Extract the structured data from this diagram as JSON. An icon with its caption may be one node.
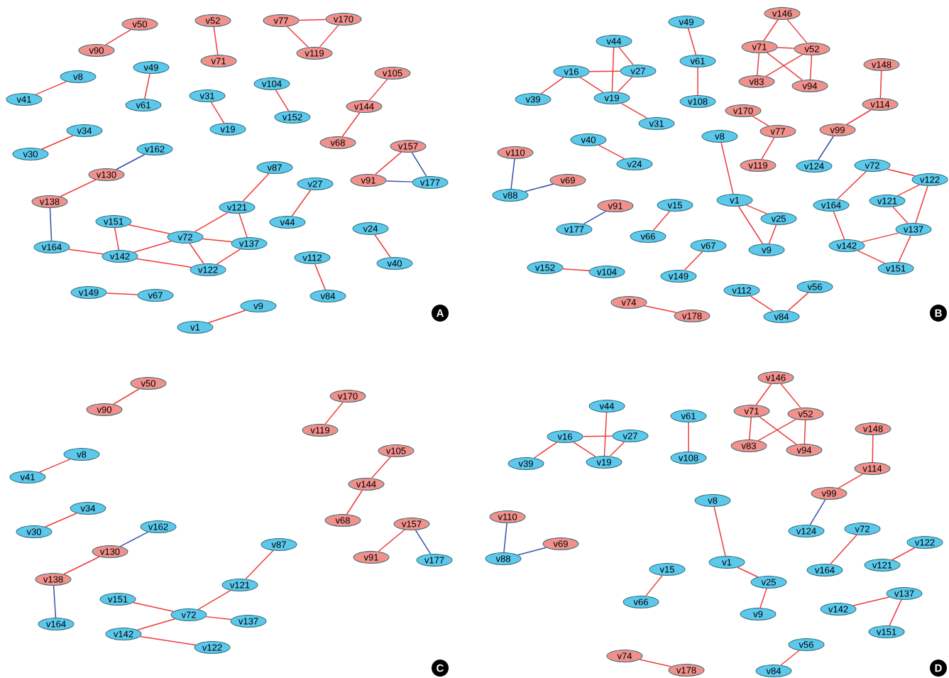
{
  "diagram": {
    "nodes": [
      {
        "text": [
          "v50"
        ]
      },
      {
        "text": [
          "v90"
        ]
      },
      {
        "text": [
          "v52"
        ]
      },
      {
        "text": [
          "v71"
        ]
      },
      {
        "text": [
          "v77"
        ]
      },
      {
        "text": [
          "v170"
        ]
      },
      {
        "text": [
          "v119"
        ]
      },
      {
        "text": [
          "v8"
        ]
      },
      {
        "text": [
          "v41"
        ]
      },
      {
        "text": [
          "v49"
        ]
      },
      {
        "text": [
          "v61"
        ]
      },
      {
        "text": [
          "v31"
        ]
      },
      {
        "text": [
          "v19"
        ]
      },
      {
        "text": [
          "v104"
        ]
      },
      {
        "text": [
          "v152"
        ]
      },
      {
        "text": [
          "v105"
        ]
      },
      {
        "text": [
          "v144"
        ]
      },
      {
        "text": [
          "v68"
        ]
      },
      {
        "text": [
          "v34"
        ]
      },
      {
        "text": [
          "v30"
        ]
      },
      {
        "text": [
          "v162"
        ]
      },
      {
        "text": [
          "v130"
        ]
      },
      {
        "text": [
          "v157"
        ]
      },
      {
        "text": [
          "v91"
        ]
      },
      {
        "text": [
          "v177"
        ]
      },
      {
        "text": [
          "v87"
        ]
      },
      {
        "text": [
          "v27"
        ]
      },
      {
        "text": [
          "v138"
        ]
      },
      {
        "text": [
          "v121"
        ]
      },
      {
        "text": [
          "v151"
        ]
      },
      {
        "text": [
          "v44"
        ]
      },
      {
        "text": [
          "v24"
        ]
      },
      {
        "text": [
          "v72"
        ]
      },
      {
        "text": [
          "v164"
        ]
      },
      {
        "text": [
          "v137"
        ]
      },
      {
        "text": [
          "v142"
        ]
      },
      {
        "text": [
          "v112"
        ]
      },
      {
        "text": [
          "v122"
        ]
      },
      {
        "text": [
          "v40"
        ]
      },
      {
        "text": [
          "v149"
        ]
      },
      {
        "text": [
          "v67"
        ]
      },
      {
        "text": [
          "v84"
        ]
      },
      {
        "text": [
          "v9"
        ]
      },
      {
        "text": [
          "v1"
        ]
      },
      {
        "text": [
          "v146"
        ]
      },
      {
        "text": [
          "v49"
        ]
      },
      {
        "text": [
          "v44"
        ]
      },
      {
        "text": [
          "v71"
        ]
      },
      {
        "text": [
          "v52"
        ]
      },
      {
        "text": [
          "v61"
        ]
      },
      {
        "text": [
          "v148"
        ]
      },
      {
        "text": [
          "v16"
        ]
      },
      {
        "text": [
          "v27"
        ]
      },
      {
        "text": [
          "v83"
        ]
      },
      {
        "text": [
          "v94"
        ]
      },
      {
        "text": [
          "v39"
        ]
      },
      {
        "text": [
          "v19"
        ]
      },
      {
        "text": [
          "v108"
        ]
      },
      {
        "text": [
          "v114"
        ]
      },
      {
        "text": [
          "v170"
        ]
      },
      {
        "text": [
          "v31"
        ]
      },
      {
        "text": [
          "v99"
        ]
      },
      {
        "text": [
          "v77"
        ]
      },
      {
        "text": [
          "v8"
        ]
      },
      {
        "text": [
          "v40"
        ]
      },
      {
        "text": [
          "v110"
        ]
      },
      {
        "text": [
          "v24"
        ]
      },
      {
        "text": [
          "v119"
        ]
      },
      {
        "text": [
          "v124"
        ]
      },
      {
        "text": [
          "v72"
        ]
      },
      {
        "text": [
          "v122"
        ]
      },
      {
        "text": [
          "v69"
        ]
      },
      {
        "text": [
          "v88"
        ]
      },
      {
        "text": [
          "v1"
        ]
      },
      {
        "text": [
          "v121"
        ]
      },
      {
        "text": [
          "v91"
        ]
      },
      {
        "text": [
          "v15"
        ]
      },
      {
        "text": [
          "v164"
        ]
      },
      {
        "text": [
          "v25"
        ]
      },
      {
        "text": [
          "v177"
        ]
      },
      {
        "text": [
          "v137"
        ]
      },
      {
        "text": [
          "v66"
        ]
      },
      {
        "text": [
          "v67"
        ]
      },
      {
        "text": [
          "v142"
        ]
      },
      {
        "text": [
          "v9"
        ]
      },
      {
        "text": [
          "v152"
        ]
      },
      {
        "text": [
          "v151"
        ]
      },
      {
        "text": [
          "v104"
        ]
      },
      {
        "text": [
          "v149"
        ]
      },
      {
        "text": [
          "v56"
        ]
      },
      {
        "text": [
          "v112"
        ]
      },
      {
        "text": [
          "v74"
        ]
      },
      {
        "text": [
          "v178"
        ]
      },
      {
        "text": [
          "v84"
        ]
      },
      {
        "text": [
          "v50"
        ]
      },
      {
        "text": [
          "v170"
        ]
      },
      {
        "text": [
          "v90"
        ]
      },
      {
        "text": [
          "v119"
        ]
      },
      {
        "text": [
          "v105"
        ]
      },
      {
        "text": [
          "v8"
        ]
      },
      {
        "text": [
          "v41"
        ]
      },
      {
        "text": [
          "v144"
        ]
      },
      {
        "text": [
          "v34"
        ]
      },
      {
        "text": [
          "v68"
        ]
      },
      {
        "text": [
          "v157"
        ]
      },
      {
        "text": [
          "v162"
        ]
      },
      {
        "text": [
          "v30"
        ]
      },
      {
        "text": [
          "v87"
        ]
      },
      {
        "text": [
          "v130"
        ]
      },
      {
        "text": [
          "v91"
        ]
      },
      {
        "text": [
          "v177"
        ]
      },
      {
        "text": [
          "v138"
        ]
      },
      {
        "text": [
          "v121"
        ]
      },
      {
        "text": [
          "v151"
        ]
      },
      {
        "text": [
          "v72"
        ]
      },
      {
        "text": [
          "v137"
        ]
      },
      {
        "text": [
          "v164"
        ]
      },
      {
        "text": [
          "v142"
        ]
      },
      {
        "text": [
          "v122"
        ]
      },
      {
        "text": [
          "v146"
        ]
      },
      {
        "text": [
          "v44"
        ]
      },
      {
        "text": [
          "v71"
        ]
      },
      {
        "text": [
          "v52"
        ]
      },
      {
        "text": [
          "v61"
        ]
      },
      {
        "text": [
          "v148"
        ]
      },
      {
        "text": [
          "v16"
        ]
      },
      {
        "text": [
          "v27"
        ]
      },
      {
        "text": [
          "v83"
        ]
      },
      {
        "text": [
          "v94"
        ]
      },
      {
        "text": [
          "v39"
        ]
      },
      {
        "text": [
          "v19"
        ]
      },
      {
        "text": [
          "v108"
        ]
      },
      {
        "text": [
          "v114"
        ]
      },
      {
        "text": [
          "v99"
        ]
      },
      {
        "text": [
          "v8"
        ]
      },
      {
        "text": [
          "v110"
        ]
      },
      {
        "text": [
          "v72"
        ]
      },
      {
        "text": [
          "v124"
        ]
      },
      {
        "text": [
          "v122"
        ]
      },
      {
        "text": [
          "v69"
        ]
      },
      {
        "text": [
          "v88"
        ]
      },
      {
        "text": [
          "v1"
        ]
      },
      {
        "text": [
          "v121"
        ]
      },
      {
        "text": [
          "v15"
        ]
      },
      {
        "text": [
          "v164"
        ]
      },
      {
        "text": [
          "v25"
        ]
      },
      {
        "text": [
          "v137"
        ]
      },
      {
        "text": [
          "v66"
        ]
      },
      {
        "text": [
          "v142"
        ]
      },
      {
        "text": [
          "v9"
        ]
      },
      {
        "text": [
          "v151"
        ]
      },
      {
        "text": [
          "v56"
        ]
      },
      {
        "text": [
          "v74"
        ]
      },
      {
        "text": [
          "v178"
        ]
      },
      {
        "text": [
          "v84"
        ]
      }
    ],
    "edges": [
      {
        "from": 0,
        "to": 1,
        "arrow": "none"
      },
      {
        "from": 2,
        "to": 3,
        "arrow": "none"
      },
      {
        "from": 4,
        "to": 5,
        "arrow": "none"
      },
      {
        "from": 4,
        "to": 6,
        "arrow": "none"
      },
      {
        "from": 5,
        "to": 6,
        "arrow": "none"
      },
      {
        "from": 7,
        "to": 8,
        "arrow": "none"
      },
      {
        "from": 9,
        "to": 10,
        "arrow": "none"
      },
      {
        "from": 11,
        "to": 12,
        "arrow": "none"
      },
      {
        "from": 13,
        "to": 14,
        "arrow": "none"
      },
      {
        "from": 15,
        "to": 16,
        "arrow": "none"
      },
      {
        "from": 16,
        "to": 17,
        "arrow": "none"
      },
      {
        "from": 18,
        "to": 19,
        "arrow": "none"
      },
      {
        "from": 20,
        "to": 21,
        "arrow": "none",
        "color": "#3450a8"
      },
      {
        "from": 21,
        "to": 27,
        "arrow": "none"
      },
      {
        "from": 22,
        "to": 23,
        "arrow": "none"
      },
      {
        "from": 22,
        "to": 24,
        "arrow": "none",
        "color": "#3450a8"
      },
      {
        "from": 23,
        "to": 24,
        "arrow": "none",
        "color": "#3450a8"
      },
      {
        "from": 25,
        "to": 28,
        "arrow": "none"
      },
      {
        "from": 26,
        "to": 30,
        "arrow": "none"
      },
      {
        "from": 27,
        "to": 33,
        "arrow": "none",
        "color": "#3450a8"
      },
      {
        "from": 28,
        "to": 32,
        "arrow": "none"
      },
      {
        "from": 28,
        "to": 34,
        "arrow": "none"
      },
      {
        "from": 29,
        "to": 32,
        "arrow": "none"
      },
      {
        "from": 29,
        "to": 35,
        "arrow": "none"
      },
      {
        "from": 32,
        "to": 35,
        "arrow": "none"
      },
      {
        "from": 32,
        "to": 34,
        "arrow": "none"
      },
      {
        "from": 32,
        "to": 37,
        "arrow": "none"
      },
      {
        "from": 33,
        "to": 35,
        "arrow": "none"
      },
      {
        "from": 35,
        "to": 37,
        "arrow": "none"
      },
      {
        "from": 34,
        "to": 37,
        "arrow": "none"
      },
      {
        "from": 31,
        "to": 38,
        "arrow": "none"
      },
      {
        "from": 36,
        "to": 41,
        "arrow": "none"
      },
      {
        "from": 39,
        "to": 40,
        "arrow": "none"
      },
      {
        "from": 42,
        "to": 43,
        "arrow": "none"
      },
      {
        "from": 44,
        "to": 47,
        "arrow": "none"
      },
      {
        "from": 44,
        "to": 48,
        "arrow": "none"
      },
      {
        "from": 47,
        "to": 48,
        "arrow": "none"
      },
      {
        "from": 47,
        "to": 53,
        "arrow": "none"
      },
      {
        "from": 47,
        "to": 54,
        "arrow": "none"
      },
      {
        "from": 48,
        "to": 53,
        "arrow": "none"
      },
      {
        "from": 48,
        "to": 54,
        "arrow": "none"
      },
      {
        "from": 46,
        "to": 52,
        "arrow": "none"
      },
      {
        "from": 46,
        "to": 56,
        "arrow": "none"
      },
      {
        "from": 51,
        "to": 52,
        "arrow": "none"
      },
      {
        "from": 51,
        "to": 56,
        "arrow": "none"
      },
      {
        "from": 51,
        "to": 55,
        "arrow": "none"
      },
      {
        "from": 52,
        "to": 56,
        "arrow": "none"
      },
      {
        "from": 56,
        "to": 60,
        "arrow": "none"
      },
      {
        "from": 45,
        "to": 49,
        "arrow": "none"
      },
      {
        "from": 49,
        "to": 57,
        "arrow": "none"
      },
      {
        "from": 50,
        "to": 58,
        "arrow": "none"
      },
      {
        "from": 58,
        "to": 61,
        "arrow": "none"
      },
      {
        "from": 61,
        "to": 68,
        "arrow": "none",
        "color": "#3450a8"
      },
      {
        "from": 59,
        "to": 62,
        "arrow": "none"
      },
      {
        "from": 62,
        "to": 67,
        "arrow": "none"
      },
      {
        "from": 64,
        "to": 66,
        "arrow": "none"
      },
      {
        "from": 65,
        "to": 72,
        "arrow": "none",
        "color": "#3450a8"
      },
      {
        "from": 72,
        "to": 71,
        "arrow": "none",
        "color": "#3450a8"
      },
      {
        "from": 75,
        "to": 79,
        "arrow": "none",
        "color": "#3450a8"
      },
      {
        "from": 76,
        "to": 81,
        "arrow": "none"
      },
      {
        "from": 63,
        "to": 73,
        "arrow": "none"
      },
      {
        "from": 73,
        "to": 78,
        "arrow": "none"
      },
      {
        "from": 73,
        "to": 84,
        "arrow": "none"
      },
      {
        "from": 78,
        "to": 84,
        "arrow": "none"
      },
      {
        "from": 69,
        "to": 70,
        "arrow": "none"
      },
      {
        "from": 69,
        "to": 77,
        "arrow": "none"
      },
      {
        "from": 70,
        "to": 74,
        "arrow": "none"
      },
      {
        "from": 70,
        "to": 80,
        "arrow": "none"
      },
      {
        "from": 74,
        "to": 80,
        "arrow": "none"
      },
      {
        "from": 77,
        "to": 83,
        "arrow": "none"
      },
      {
        "from": 83,
        "to": 80,
        "arrow": "none"
      },
      {
        "from": 83,
        "to": 86,
        "arrow": "none"
      },
      {
        "from": 80,
        "to": 86,
        "arrow": "none"
      },
      {
        "from": 82,
        "to": 88,
        "arrow": "none"
      },
      {
        "from": 85,
        "to": 87,
        "arrow": "none"
      },
      {
        "from": 91,
        "to": 92,
        "arrow": "none"
      },
      {
        "from": 90,
        "to": 93,
        "arrow": "none"
      },
      {
        "from": 89,
        "to": 93,
        "arrow": "none"
      },
      {
        "from": 94,
        "to": 96,
        "arrow": "none"
      },
      {
        "from": 95,
        "to": 97,
        "arrow": "none"
      },
      {
        "from": 98,
        "to": 101,
        "arrow": "none"
      },
      {
        "from": 101,
        "to": 103,
        "arrow": "none"
      },
      {
        "from": 99,
        "to": 100,
        "arrow": "none"
      },
      {
        "from": 102,
        "to": 106,
        "arrow": "none"
      },
      {
        "from": 105,
        "to": 108,
        "arrow": "none",
        "color": "#3450a8"
      },
      {
        "from": 108,
        "to": 111,
        "arrow": "none"
      },
      {
        "from": 111,
        "to": 116,
        "arrow": "none",
        "color": "#3450a8"
      },
      {
        "from": 104,
        "to": 109,
        "arrow": "none"
      },
      {
        "from": 104,
        "to": 110,
        "arrow": "none",
        "color": "#3450a8"
      },
      {
        "from": 107,
        "to": 112,
        "arrow": "none"
      },
      {
        "from": 112,
        "to": 114,
        "arrow": "none"
      },
      {
        "from": 113,
        "to": 114,
        "arrow": "none"
      },
      {
        "from": 114,
        "to": 115,
        "arrow": "none"
      },
      {
        "from": 114,
        "to": 117,
        "arrow": "none"
      },
      {
        "from": 117,
        "to": 118,
        "arrow": "none"
      },
      {
        "from": 119,
        "to": 121,
        "arrow": "none"
      },
      {
        "from": 119,
        "to": 122,
        "arrow": "none"
      },
      {
        "from": 121,
        "to": 127,
        "arrow": "none"
      },
      {
        "from": 121,
        "to": 128,
        "arrow": "none"
      },
      {
        "from": 122,
        "to": 127,
        "arrow": "none"
      },
      {
        "from": 122,
        "to": 128,
        "arrow": "none"
      },
      {
        "from": 125,
        "to": 126,
        "arrow": "none"
      },
      {
        "from": 125,
        "to": 129,
        "arrow": "none"
      },
      {
        "from": 125,
        "to": 130,
        "arrow": "none"
      },
      {
        "from": 120,
        "to": 130,
        "arrow": "none"
      },
      {
        "from": 126,
        "to": 130,
        "arrow": "none"
      },
      {
        "from": 123,
        "to": 131,
        "arrow": "none"
      },
      {
        "from": 124,
        "to": 132,
        "arrow": "none"
      },
      {
        "from": 132,
        "to": 133,
        "arrow": "none"
      },
      {
        "from": 133,
        "to": 137,
        "arrow": "none",
        "color": "#3450a8"
      },
      {
        "from": 135,
        "to": 140,
        "arrow": "none",
        "color": "#3450a8"
      },
      {
        "from": 140,
        "to": 139,
        "arrow": "none",
        "color": "#3450a8"
      },
      {
        "from": 134,
        "to": 141,
        "arrow": "none"
      },
      {
        "from": 141,
        "to": 145,
        "arrow": "none"
      },
      {
        "from": 145,
        "to": 149,
        "arrow": "none"
      },
      {
        "from": 143,
        "to": 147,
        "arrow": "none"
      },
      {
        "from": 136,
        "to": 144,
        "arrow": "none"
      },
      {
        "from": 138,
        "to": 142,
        "arrow": "none"
      },
      {
        "from": 146,
        "to": 148,
        "arrow": "none"
      },
      {
        "from": 146,
        "to": 150,
        "arrow": "none"
      },
      {
        "from": 151,
        "to": 154,
        "arrow": "none"
      },
      {
        "from": 152,
        "to": 153,
        "arrow": "none"
      }
    ],
    "labels": [
      "A",
      "B",
      "C",
      "D"
    ]
  }
}
